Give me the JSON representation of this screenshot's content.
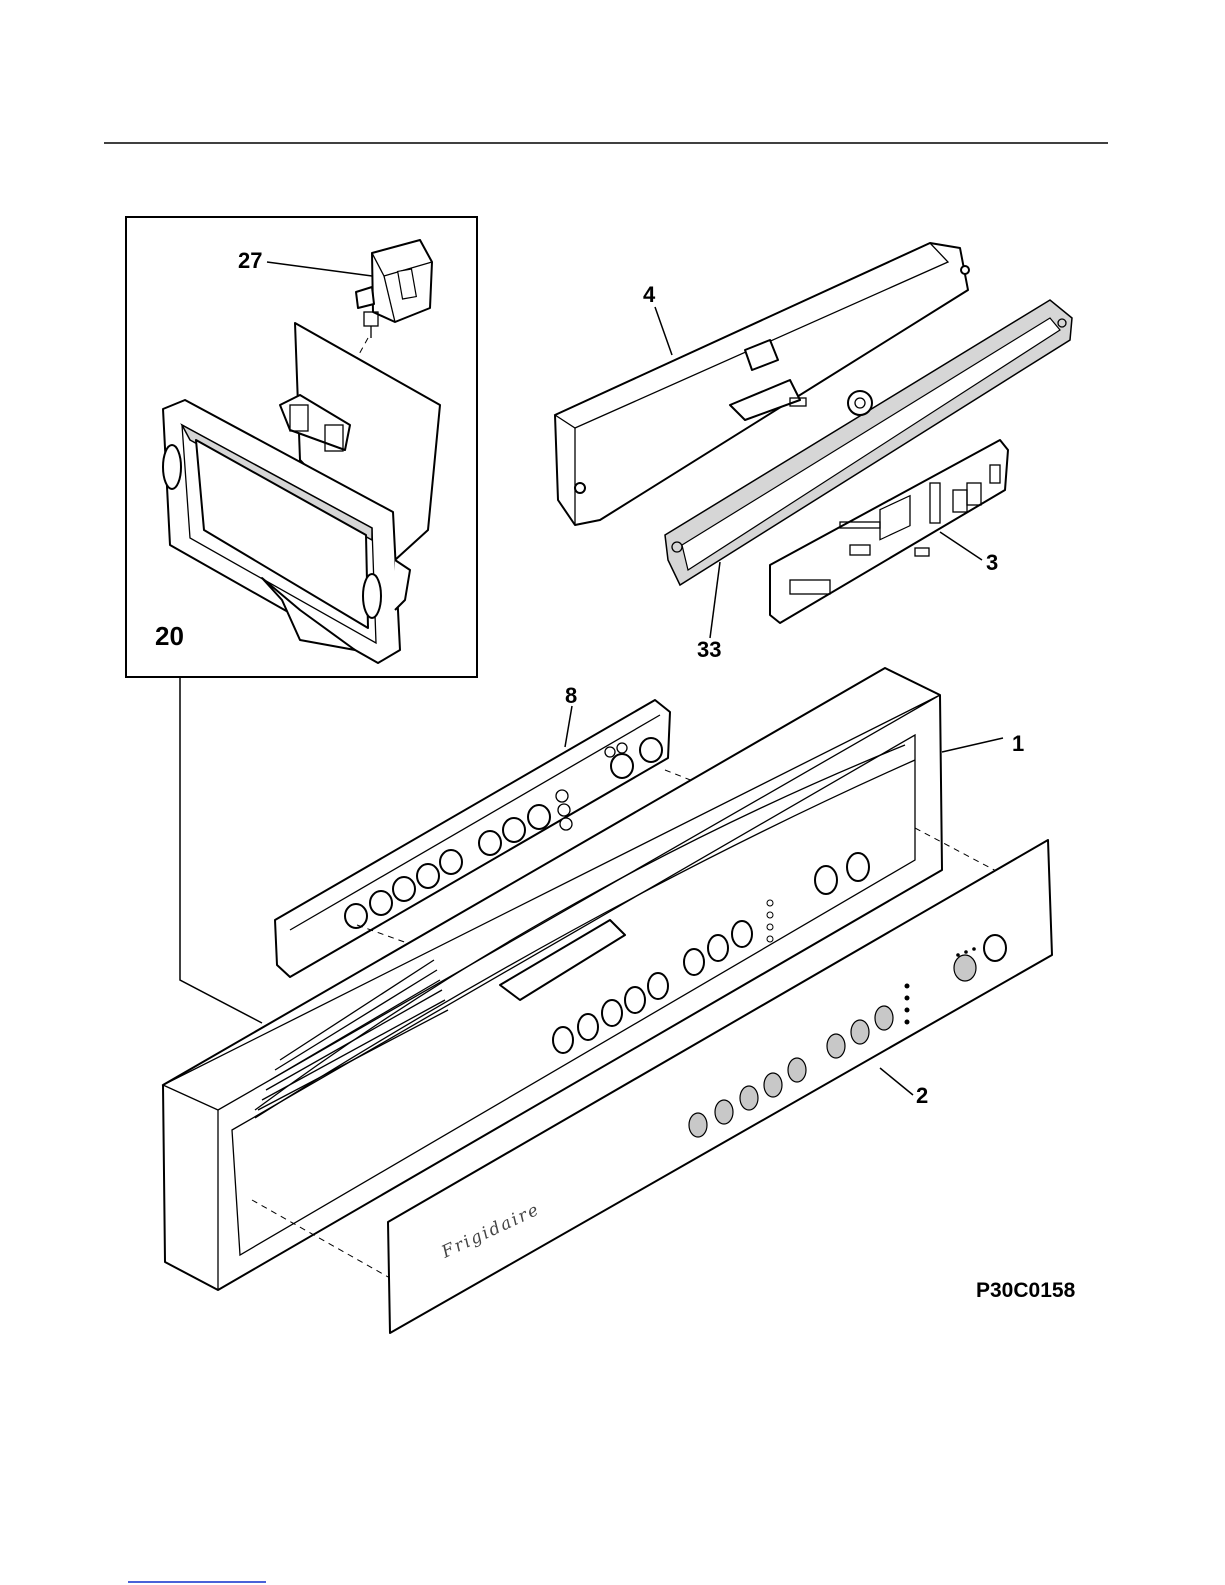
{
  "drawing_code": "P30C0158",
  "parts": [
    {
      "id": "part-1",
      "number": "1"
    },
    {
      "id": "part-2",
      "number": "2"
    },
    {
      "id": "part-3",
      "number": "3"
    },
    {
      "id": "part-4",
      "number": "4"
    },
    {
      "id": "part-8",
      "number": "8"
    },
    {
      "id": "part-20",
      "number": "20"
    },
    {
      "id": "part-27",
      "number": "27"
    },
    {
      "id": "part-33",
      "number": "33"
    }
  ],
  "brand_script": "Frigidaire",
  "colors": {
    "line": "#000000",
    "background": "#ffffff",
    "shade": "#d6d6d6",
    "footer_link": "#4a62d8"
  }
}
